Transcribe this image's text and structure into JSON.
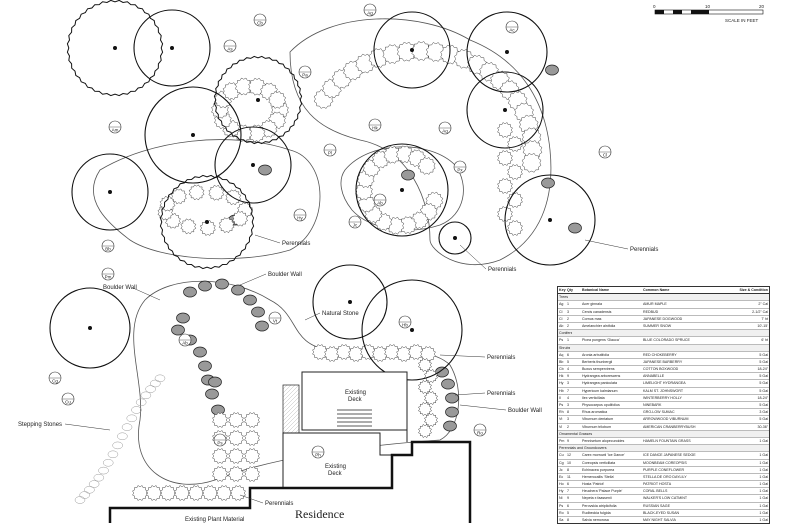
{
  "labels": {
    "residence": "Residence",
    "existing_deck": "Existing\nDeck",
    "existing_deck_lower": "Existing\nDeck",
    "boulder_wall": "Boulder Wall",
    "natural_stone": "Natural Stone",
    "stepping_stones": "Stepping Stones",
    "perennials": "Perennials",
    "existing_plant_material": "Existing Plant Material"
  },
  "scale": {
    "label": "SCALE IN FEET",
    "ticks": [
      "0",
      "10",
      "20"
    ]
  },
  "tags": [
    "Ag",
    "Cb",
    "As",
    "Pa",
    "Hk",
    "Aq",
    "Am",
    "Pl",
    "Ab",
    "Hy",
    "Jc",
    "Cl",
    "Px",
    "Pm",
    "Bb",
    "Cg",
    "Cu",
    "Vt",
    "Hb",
    "Ro",
    "Ph",
    "Ps",
    "Ab",
    "Ac"
  ],
  "legend": {
    "header": [
      "Key",
      "Qty",
      "Botanical Name",
      "Common Name",
      "Size & Condition"
    ],
    "rows": [
      {
        "type": "cat",
        "text": "Trees"
      },
      {
        "type": "row",
        "cells": [
          "Ag",
          "1",
          "Acer ginnala",
          "AMUR MAPLE",
          "2\" Cal"
        ]
      },
      {
        "type": "row",
        "cells": [
          "Cl",
          "3",
          "Cercis canadensis",
          "REDBUD",
          "2-1/2\" Cal"
        ]
      },
      {
        "type": "row",
        "cells": [
          "Cl",
          "2",
          "Cornus mas",
          "JAPANESE DOGWOOD",
          "7' ht"
        ]
      },
      {
        "type": "row",
        "cells": [
          "Ab",
          "2",
          "Amelanchier alnifolia",
          "SUMMER SNOW",
          "10'-15'"
        ]
      },
      {
        "type": "cat",
        "text": "Conifers"
      },
      {
        "type": "row",
        "cells": [
          "Ps",
          "1",
          "Picea pungens 'Glauca'",
          "BLUE COLORADO SPRUCE",
          "6' ht"
        ]
      },
      {
        "type": "cat",
        "text": "Shrubs"
      },
      {
        "type": "row",
        "cells": [
          "Aq",
          "6",
          "Aronia arbutifolia",
          "RED CHOKEBERRY",
          "5 Gal"
        ]
      },
      {
        "type": "row",
        "cells": [
          "Bb",
          "5",
          "Berberis thunbergii",
          "JAPANESE BARBERRY",
          "5 Gal"
        ]
      },
      {
        "type": "row",
        "cells": [
          "Cb",
          "4",
          "Buxus sempervirens",
          "COTTON BOXWOOD",
          "18-24\""
        ]
      },
      {
        "type": "row",
        "cells": [
          "Hk",
          "9",
          "Hydrangea arborescens",
          "ANNABELLE",
          "5 Gal"
        ]
      },
      {
        "type": "row",
        "cells": [
          "Hy",
          "3",
          "Hydrangea paniculata",
          "LIMELIGHT HYDRANGEA",
          "5 Gal"
        ]
      },
      {
        "type": "row",
        "cells": [
          "Hb",
          "7",
          "Hypericum kalmianum",
          "KALM ST. JOHNSWORT",
          "5 Gal"
        ]
      },
      {
        "type": "row",
        "cells": [
          "Il",
          "4",
          "Ilex verticillata",
          "WINTERBERRY HOLLY",
          "18-24\""
        ]
      },
      {
        "type": "row",
        "cells": [
          "Ps",
          "3",
          "Physocarpus opulifolius",
          "NINEBARK",
          "5 Gal"
        ]
      },
      {
        "type": "row",
        "cells": [
          "Rh",
          "8",
          "Rhus aromatica",
          "GRO-LOW SUMAC",
          "3 Gal"
        ]
      },
      {
        "type": "row",
        "cells": [
          "Vt",
          "3",
          "Viburnum dentatum",
          "ARROWWOOD VIBURNUM",
          "5 Gal"
        ]
      },
      {
        "type": "row",
        "cells": [
          "Vi",
          "2",
          "Viburnum trilobum",
          "AMERICAN CRANBERRYBUSH",
          "30-36\""
        ]
      },
      {
        "type": "cat",
        "text": "Ornamental Grasses"
      },
      {
        "type": "row",
        "cells": [
          "Pm",
          "9",
          "Pennisetum alopecuroides",
          "HAMELN FOUNTAIN GRASS",
          "1 Gal"
        ]
      },
      {
        "type": "cat",
        "text": "Perennials and Groundcovers"
      },
      {
        "type": "row",
        "cells": [
          "Cu",
          "12",
          "Carex morrowii 'Ice Dance'",
          "ICE DANCE JAPANESE SEDGE",
          "1 Gal"
        ]
      },
      {
        "type": "row",
        "cells": [
          "Cg",
          "10",
          "Coreopsis verticillata",
          "MOONBEAM COREOPSIS",
          "1 Gal"
        ]
      },
      {
        "type": "row",
        "cells": [
          "Jc",
          "8",
          "Echinacea purpurea",
          "PURPLE CONEFLOWER",
          "1 Gal"
        ]
      },
      {
        "type": "row",
        "cells": [
          "Ec",
          "11",
          "Hemerocallis 'Stella'",
          "STELLA DE ORO DAYLILY",
          "1 Gal"
        ]
      },
      {
        "type": "row",
        "cells": [
          "Ho",
          "6",
          "Hosta 'Patriot'",
          "PATRIOT HOSTA",
          "1 Gal"
        ]
      },
      {
        "type": "row",
        "cells": [
          "Hy",
          "7",
          "Heuchera 'Palace Purple'",
          "CORAL BELLS",
          "1 Gal"
        ]
      },
      {
        "type": "row",
        "cells": [
          "Ni",
          "9",
          "Nepeta x faassenii",
          "WALKER'S LOW CATMINT",
          "1 Gal"
        ]
      },
      {
        "type": "row",
        "cells": [
          "Ps",
          "6",
          "Perovskia atriplicifolia",
          "RUSSIAN SAGE",
          "1 Gal"
        ]
      },
      {
        "type": "row",
        "cells": [
          "Ro",
          "5",
          "Rudbeckia fulgida",
          "BLACK-EYED SUSAN",
          "1 Gal"
        ]
      },
      {
        "type": "row",
        "cells": [
          "Sa",
          "8",
          "Salvia nemorosa",
          "MAY NIGHT SALVIA",
          "1 Gal"
        ]
      }
    ]
  }
}
